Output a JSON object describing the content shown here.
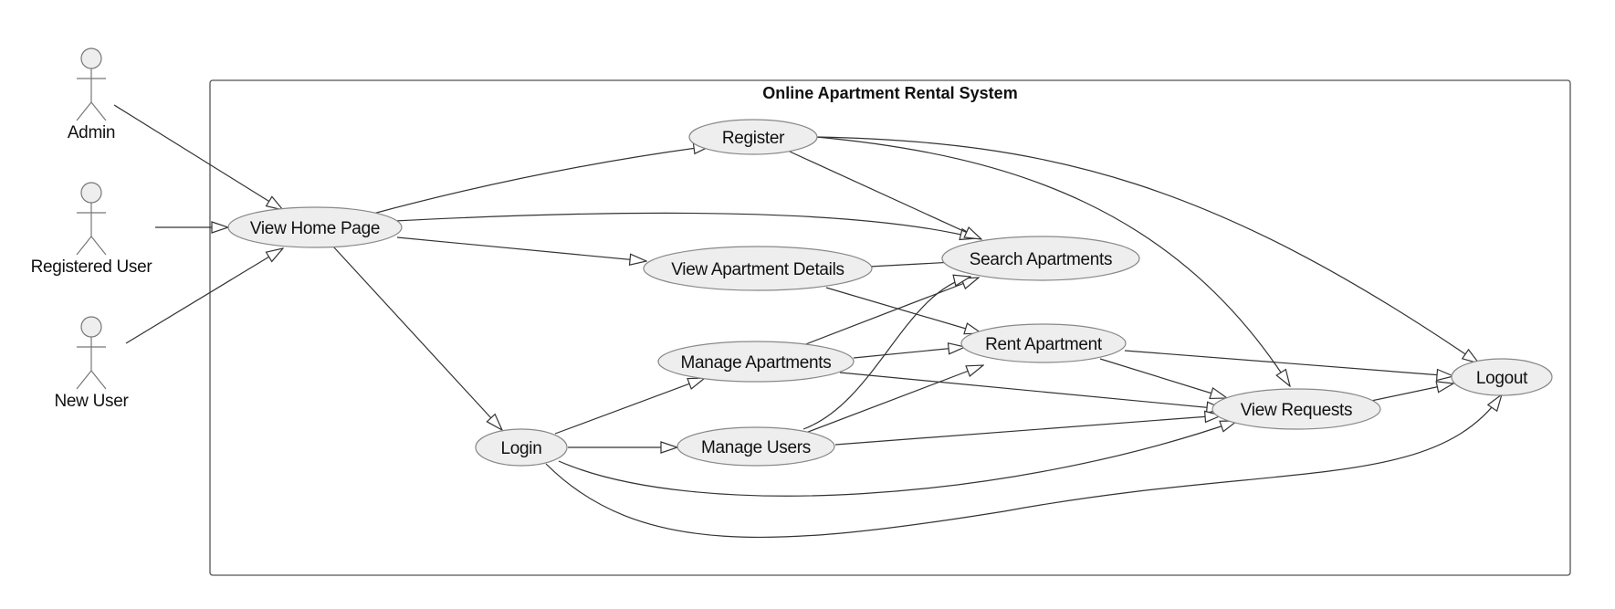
{
  "system": {
    "title": "Online Apartment Rental System"
  },
  "actors": {
    "admin": "Admin",
    "registered_user": "Registered User",
    "new_user": "New User"
  },
  "use_cases": {
    "view_home_page": "View Home Page",
    "register": "Register",
    "view_apartment_details": "View Apartment Details",
    "search_apartments": "Search Apartments",
    "rent_apartment": "Rent Apartment",
    "manage_apartments": "Manage Apartments",
    "login": "Login",
    "manage_users": "Manage Users",
    "view_requests": "View Requests",
    "logout": "Logout"
  },
  "colors": {
    "use_case_fill": "#eeeeee",
    "line": "#333333"
  }
}
